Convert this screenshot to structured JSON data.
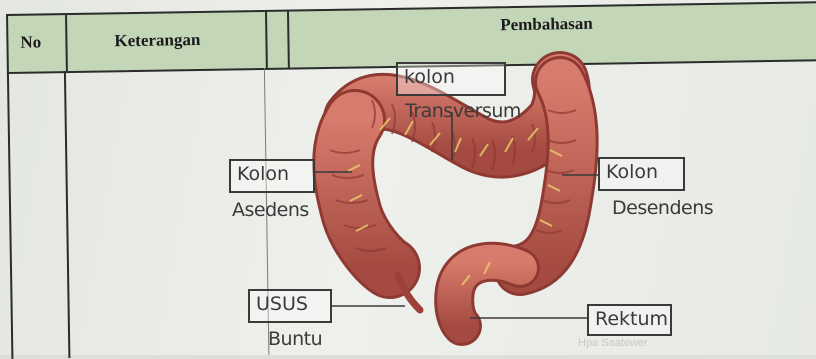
{
  "table": {
    "headers": {
      "no": "No",
      "keterangan": "Keterangan",
      "pembahasan": "Pembahasan"
    }
  },
  "labels": {
    "kolon_transversum": {
      "line1": "kolon",
      "line2": "Transversum"
    },
    "kolon_asedens": {
      "line1": "Kolon",
      "line2": "Asedens"
    },
    "kolon_desendens": {
      "line1": "Kolon",
      "line2": "Desendens"
    },
    "usus_buntu": {
      "line1": "USUS",
      "line2": "Buntu"
    },
    "rektum": {
      "line1": "Rektum"
    }
  },
  "watermark": "Hpa Saatewer",
  "colors": {
    "header_bg": "#c3d6b8",
    "colon": "#c8665a",
    "colon_dark": "#8e3a33",
    "vessel": "#e9c86a"
  }
}
